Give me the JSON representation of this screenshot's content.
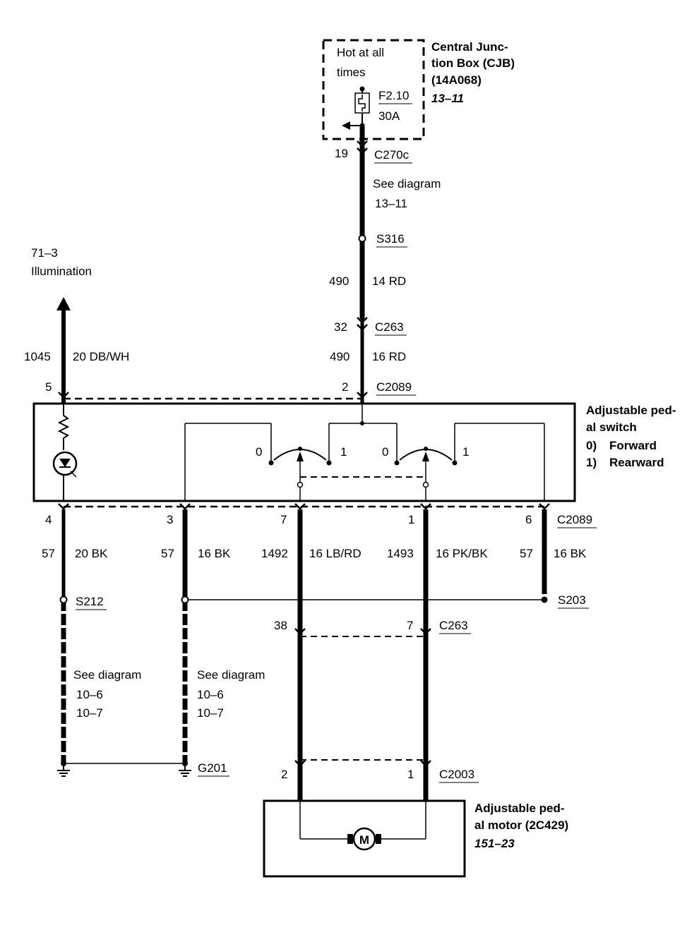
{
  "cjb": {
    "hot_line1": "Hot at all",
    "hot_line2": "times",
    "fuse_id": "F2.10",
    "fuse_rating": "30A",
    "name_line1": "Central Junc-",
    "name_line2": "tion Box (CJB)",
    "name_line3": "(14A068)",
    "ref": "13–11"
  },
  "feed": {
    "pin_c270c": "19",
    "conn_c270c": "C270c",
    "see1": "See diagram",
    "see2": "13–11",
    "splice": "S316",
    "circuit": "490",
    "wire": "14 RD",
    "pin_c263": "32",
    "conn_c263": "C263",
    "circuit2": "490",
    "wire2": "16 RD",
    "pin_c2089": "2",
    "conn_c2089": "C2089"
  },
  "illum": {
    "ref": "71–3",
    "label": "Illumination",
    "circuit": "1045",
    "wire": "20 DB/WH",
    "pin": "5"
  },
  "switch": {
    "name_line1": "Adjustable ped-",
    "name_line2": "al switch",
    "pos0_num": "0)",
    "pos0_label": "Forward",
    "pos1_num": "1)",
    "pos1_label": "Rearward",
    "left_pos0": "0",
    "left_pos1": "1",
    "right_pos0": "0",
    "right_pos1": "1"
  },
  "lower": {
    "pins": [
      "4",
      "3",
      "7",
      "1",
      "6"
    ],
    "conn_c2089": "C2089",
    "circuits": [
      "57",
      "57",
      "1492",
      "1493",
      "57"
    ],
    "wires": [
      "20 BK",
      "16 BK",
      "16 LB/RD",
      "16 PK/BK",
      "16 BK"
    ],
    "splice_s212": "S212",
    "splice_s203": "S203",
    "pin_c263_a": "38",
    "pin_c263_b": "7",
    "conn_c263": "C263",
    "see_a1": "See diagram",
    "see_a2": "10–6",
    "see_a3": "10–7",
    "see_b1": "See diagram",
    "see_b2": "10–6",
    "see_b3": "10–7",
    "ground": "G201",
    "pin_c2003_a": "2",
    "pin_c2003_b": "1",
    "conn_c2003": "C2003"
  },
  "motor": {
    "name_line1": "Adjustable ped-",
    "name_line2": "al motor (2C429)",
    "ref": "151–23",
    "symbol": "M"
  }
}
